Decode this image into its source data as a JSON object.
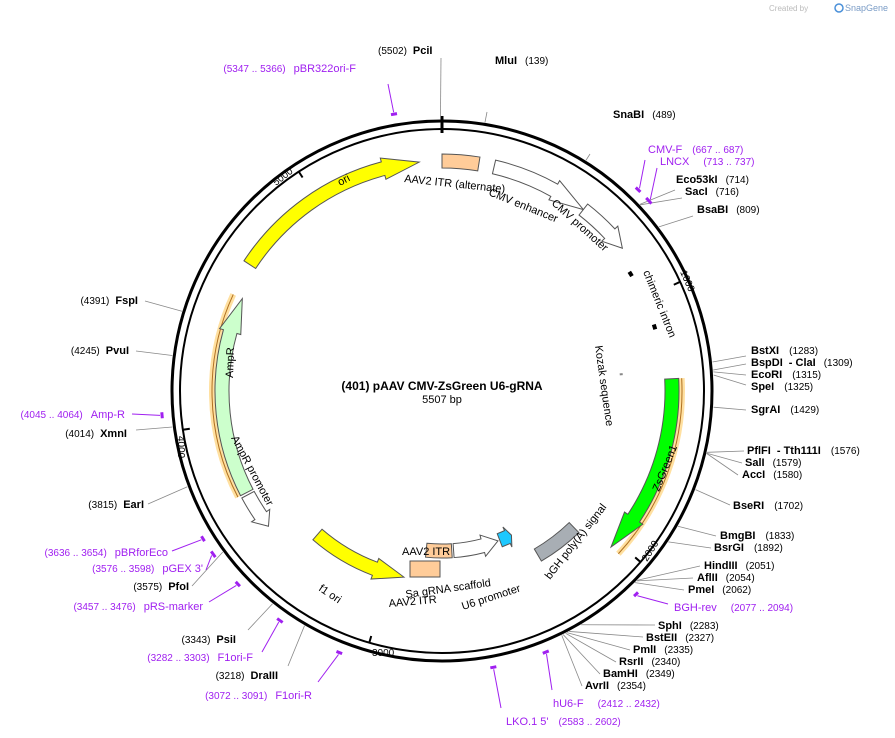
{
  "header": {
    "created_by": "Created by",
    "brand": "SnapGene"
  },
  "plasmid": {
    "name": "(401) pAAV CMV-ZsGreen U6-gRNA",
    "size": "5507 bp"
  },
  "colors": {
    "primer": "#a020f0",
    "ori": "#ffff00",
    "ampr": "#ccffcc",
    "zsgreen": "#00ff00",
    "itr": "#ffcc99",
    "polyA": "#a8aeb4",
    "u6": "#ffffff",
    "scaffold": "#1ec8ff",
    "highlight": "#ffe0a0"
  },
  "ticks": [
    {
      "label": "1000"
    },
    {
      "label": "2000"
    },
    {
      "label": "3000"
    },
    {
      "label": "4000"
    },
    {
      "label": "5000"
    }
  ],
  "sites": [
    {
      "name": "PciI",
      "pos": "(5502)"
    },
    {
      "name": "MluI",
      "pos": "(139)"
    },
    {
      "name": "SnaBI",
      "pos": "(489)"
    },
    {
      "name": "Eco53kI",
      "pos": "(714)"
    },
    {
      "name": "SacI",
      "pos": "(716)"
    },
    {
      "name": "BsaBI",
      "pos": "(809)"
    },
    {
      "name": "BstXI",
      "pos": "(1283)"
    },
    {
      "name": "BspDI",
      "pos": "- ClaI",
      "pos2": "(1309)"
    },
    {
      "name": "EcoRI",
      "pos": "(1315)"
    },
    {
      "name": "SpeI",
      "pos": "(1325)"
    },
    {
      "name": "SgrAI",
      "pos": "(1429)"
    },
    {
      "name": "PflFI",
      "pos": "- Tth111I",
      "pos2": "(1576)"
    },
    {
      "name": "SalI",
      "pos": "(1579)"
    },
    {
      "name": "AccI",
      "pos": "(1580)"
    },
    {
      "name": "BseRI",
      "pos": "(1702)"
    },
    {
      "name": "BmgBI",
      "pos": "(1833)"
    },
    {
      "name": "BsrGI",
      "pos": "(1892)"
    },
    {
      "name": "HindIII",
      "pos": "(2051)"
    },
    {
      "name": "AflII",
      "pos": "(2054)"
    },
    {
      "name": "PmeI",
      "pos": "(2062)"
    },
    {
      "name": "SphI",
      "pos": "(2283)"
    },
    {
      "name": "BstEII",
      "pos": "(2327)"
    },
    {
      "name": "PmlI",
      "pos": "(2335)"
    },
    {
      "name": "RsrII",
      "pos": "(2340)"
    },
    {
      "name": "BamHI",
      "pos": "(2349)"
    },
    {
      "name": "AvrII",
      "pos": "(2354)"
    },
    {
      "name": "DraIII",
      "pos": "(3218)"
    },
    {
      "name": "PsiI",
      "pos": "(3343)"
    },
    {
      "name": "PfoI",
      "pos": "(3575)"
    },
    {
      "name": "EarI",
      "pos": "(3815)"
    },
    {
      "name": "XmnI",
      "pos": "(4014)"
    },
    {
      "name": "PvuI",
      "pos": "(4245)"
    },
    {
      "name": "FspI",
      "pos": "(4391)"
    }
  ],
  "primers": [
    {
      "name": "pBR322ori-F",
      "range": "(5347 .. 5366)"
    },
    {
      "name": "CMV-F",
      "range": "(667 .. 687)"
    },
    {
      "name": "LNCX",
      "range": "(713 .. 737)"
    },
    {
      "name": "BGH-rev",
      "range": "(2077 .. 2094)"
    },
    {
      "name": "hU6-F",
      "range": "(2412 .. 2432)"
    },
    {
      "name": "LKO.1 5'",
      "range": "(2583 .. 2602)"
    },
    {
      "name": "F1ori-R",
      "range": "(3072 .. 3091)"
    },
    {
      "name": "F1ori-F",
      "range": "(3282 .. 3303)"
    },
    {
      "name": "pRS-marker",
      "range": "(3457 .. 3476)"
    },
    {
      "name": "pGEX 3'",
      "range": "(3576 .. 3598)"
    },
    {
      "name": "pBRforEco",
      "range": "(3636 .. 3654)"
    },
    {
      "name": "Amp-R",
      "range": "(4045 .. 4064)"
    }
  ],
  "features": [
    {
      "name": "AAV2 ITR (alternate)"
    },
    {
      "name": "CMV enhancer"
    },
    {
      "name": "CMV promoter"
    },
    {
      "name": "chimeric intron"
    },
    {
      "name": "Kozak sequence"
    },
    {
      "name": "ZsGreen1"
    },
    {
      "name": "bGH poly(A) signal"
    },
    {
      "name": "AAV2 ITR"
    },
    {
      "name": "Sa gRNA scaffold"
    },
    {
      "name": "U6 promoter"
    },
    {
      "name": "AAV2 ITR"
    },
    {
      "name": "f1 ori"
    },
    {
      "name": "AmpR promoter"
    },
    {
      "name": "AmpR"
    },
    {
      "name": "ori"
    }
  ]
}
